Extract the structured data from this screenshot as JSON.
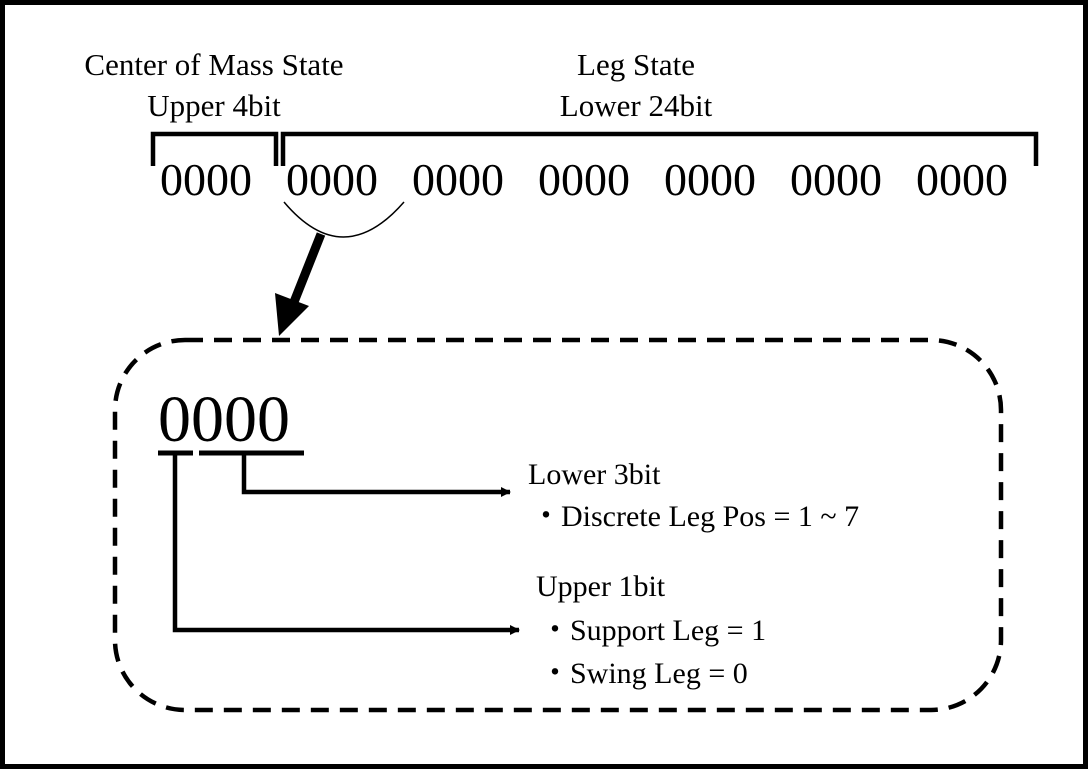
{
  "colors": {
    "ink": "#000000",
    "background": "#ffffff"
  },
  "header": {
    "com_title": "Center of Mass State",
    "com_bits": "Upper 4bit",
    "leg_title": "Leg State",
    "leg_bits": "Lower 24bit"
  },
  "bitstring": {
    "com_group": "0000",
    "leg_groups": [
      "0000",
      "0000",
      "0000",
      "0000",
      "0000",
      "0000"
    ]
  },
  "detail": {
    "bits": "0000",
    "lower": {
      "heading": "Lower 3bit",
      "items": [
        "・Discrete Leg Pos = 1 ~ 7"
      ]
    },
    "upper": {
      "heading": "Upper 1bit",
      "items": [
        "・Support Leg = 1",
        "・Swing Leg = 0"
      ]
    }
  }
}
